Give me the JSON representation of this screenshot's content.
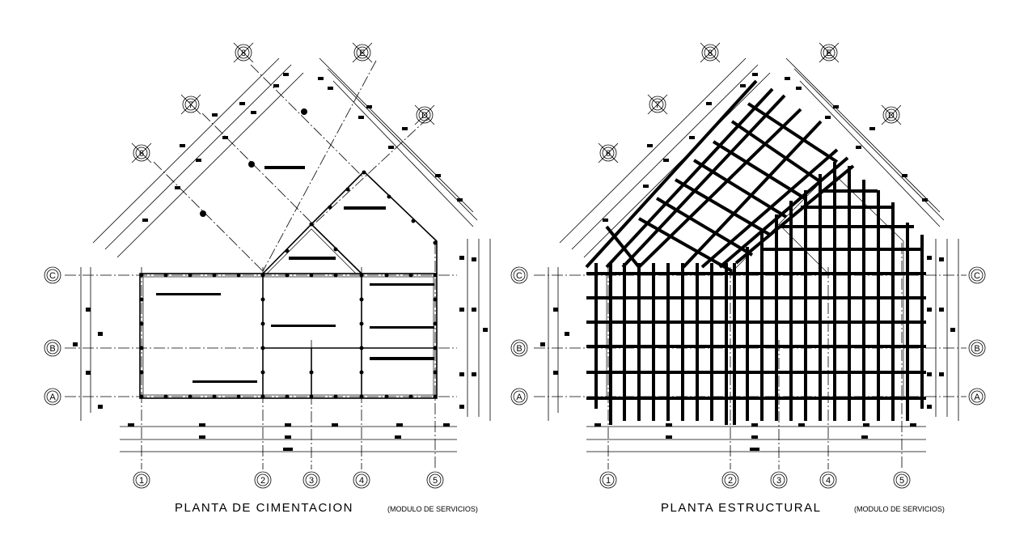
{
  "plans": [
    {
      "title": "PLANTA  DE  CIMENTACION",
      "subtitle": "(MODULO DE SERVICIOS)",
      "axes_rows": [
        "C",
        "B",
        "A"
      ],
      "axes_cols": [
        "1",
        "2",
        "3",
        "4",
        "5"
      ],
      "axes_diag_left": [
        "6",
        "7",
        "8"
      ],
      "axes_diag_right": [
        "E",
        "D"
      ]
    },
    {
      "title": "PLANTA  ESTRUCTURAL",
      "subtitle": "(MODULO DE SERVICIOS)",
      "axes_rows": [
        "C",
        "B",
        "A"
      ],
      "axes_cols": [
        "1",
        "2",
        "3",
        "4",
        "5"
      ],
      "axes_diag_left": [
        "6",
        "7",
        "8"
      ],
      "axes_diag_right": [
        "E",
        "D"
      ]
    }
  ],
  "colors": {
    "ink": "#000000",
    "paper": "#ffffff"
  }
}
